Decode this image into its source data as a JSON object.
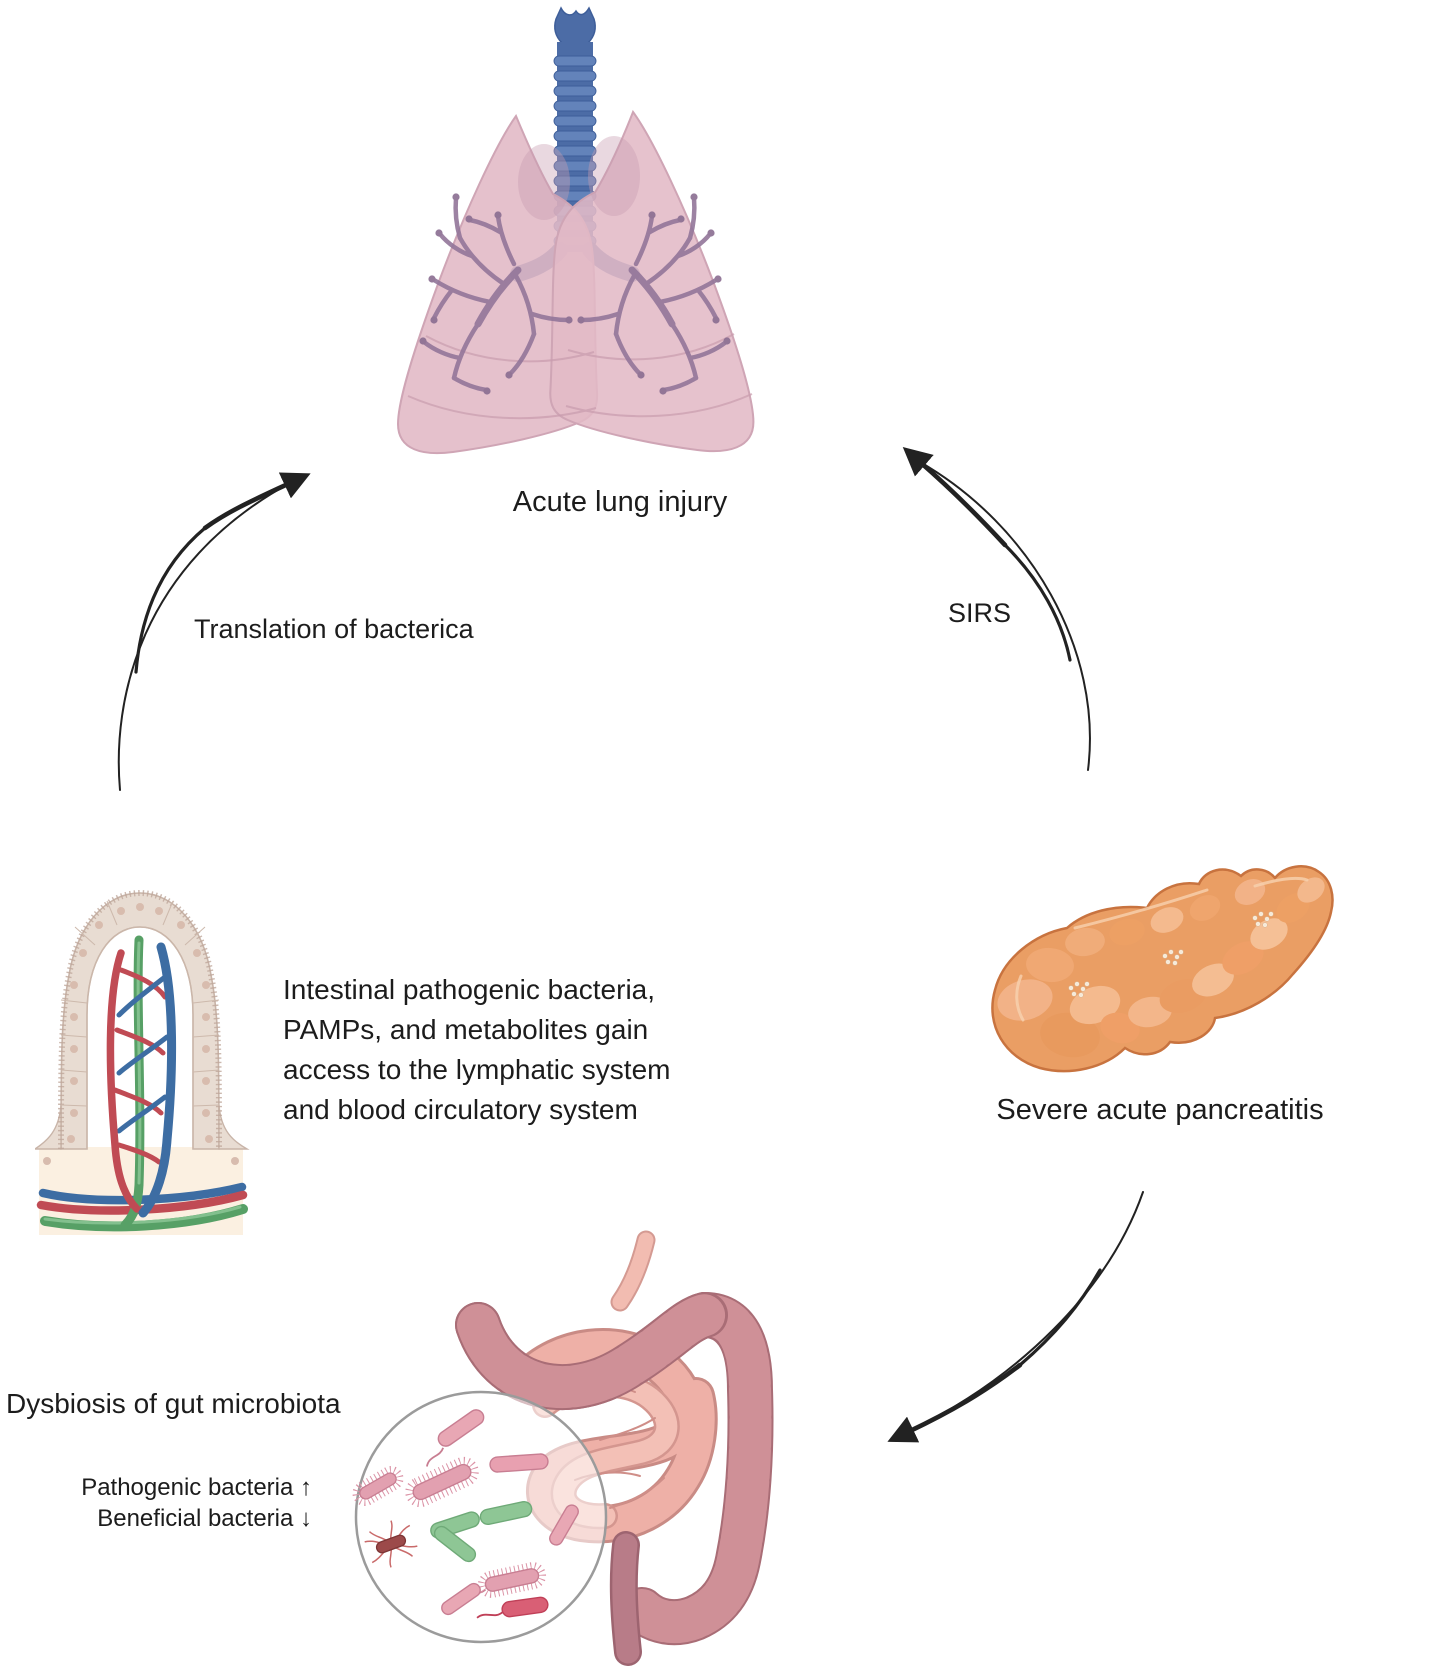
{
  "figure": {
    "type": "cycle-diagram",
    "nodes": {
      "lungs": {
        "label": "Acute lung injury"
      },
      "pancreas": {
        "label": "Severe acute pancreatitis"
      },
      "gut": {
        "label": "Dysbiosis of gut microbiota",
        "detail_lines": [
          "Pathogenic bacteria ↑",
          "Beneficial bacteria ↓"
        ]
      },
      "villus": {
        "description_lines": [
          "Intestinal pathogenic bacteria,",
          "PAMPs, and metabolites gain",
          "access to the lymphatic system",
          "and blood circulatory system"
        ]
      }
    },
    "arrow_labels": {
      "villus_to_lungs": "Translation of bacterica",
      "pancreas_to_lungs": "SIRS",
      "pancreas_to_gut": ""
    },
    "illustrations": {
      "lungs": "pink lungs with blue trachea and purple bronchial tree",
      "villus": "intestinal villus with artery, vein and lacteal",
      "pancreas": "orange lobulated pancreas",
      "intestines": "colon frame with small intestine coils",
      "magnifier": "circle lens with pathogenic and beneficial bacteria"
    },
    "colors": {
      "background": "#ffffff",
      "text": "#1c1c1c",
      "arrow": "#222222",
      "lung_pink": "#e1b8c5",
      "trachea_blue": "#4c6ca6",
      "bronchi_purple": "#93769a",
      "pancreas_orange": "#ea9e64",
      "colon_rose": "#cf9097",
      "small_intestine_pink": "#eeb2a9",
      "villus_wall_beige": "#e8dcd2",
      "villus_lumen_cream": "#fcf2e2",
      "artery_red": "#c04b54",
      "vein_blue": "#3d6da3",
      "lacteal_green": "#57a066",
      "bacteria_pink": "#e8a7b4",
      "bacteria_green": "#8ec695",
      "bacteria_maroon": "#9c4a4a",
      "bacteria_crimson": "#d95f75",
      "magnifier_ring": "#9b9b9b"
    }
  }
}
